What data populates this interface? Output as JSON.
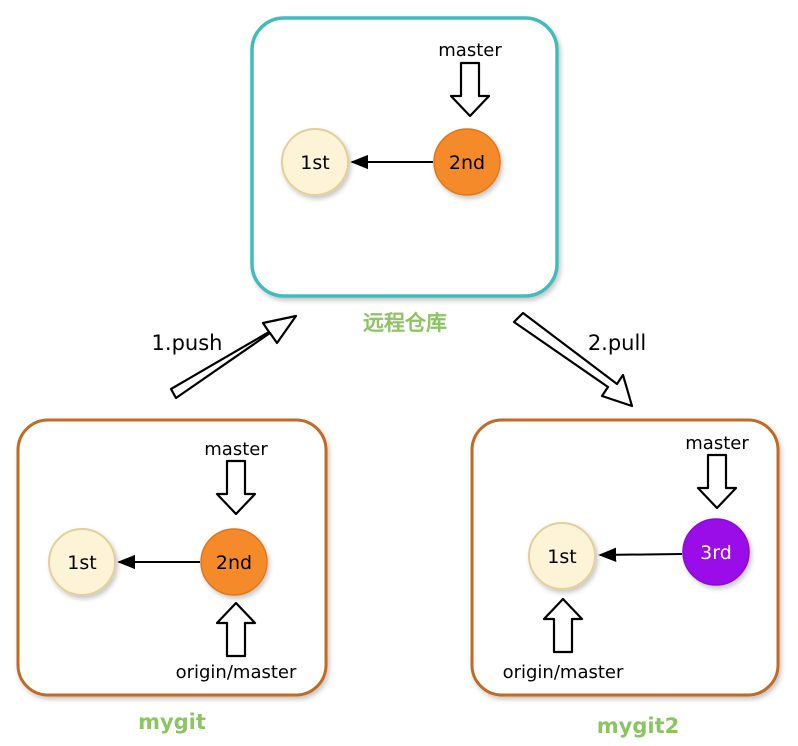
{
  "colors": {
    "remote_border": "#3fbcbc",
    "local_border": "#c06a22",
    "caption_green": "#8cc464",
    "commit_pale_fill": "#fdf3d6",
    "commit_pale_stroke": "#e3cf98",
    "commit_orange": "#f58a2a",
    "commit_purple": "#9a10e8"
  },
  "remote": {
    "caption": "远程仓库",
    "pointer_label": "master",
    "commits": [
      "1st",
      "2nd"
    ]
  },
  "mygit": {
    "caption": "mygit",
    "pointer_label": "master",
    "tracking_label": "origin/master",
    "commits": [
      "1st",
      "2nd"
    ]
  },
  "mygit2": {
    "caption": "mygit2",
    "pointer_label": "master",
    "tracking_label": "origin/master",
    "commits": [
      "1st",
      "3rd"
    ]
  },
  "steps": {
    "push": "1.push",
    "pull": "2.pull"
  }
}
